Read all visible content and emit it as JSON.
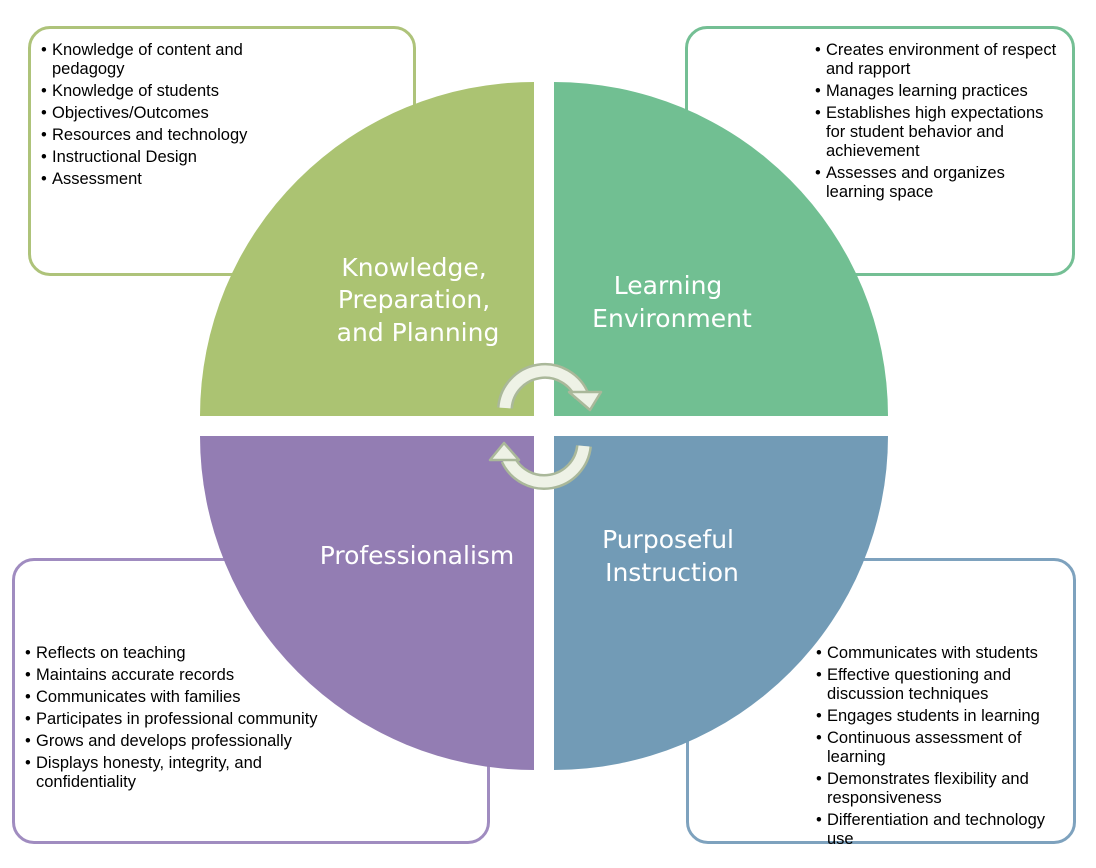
{
  "quadrants": {
    "knowledge": {
      "title_lines": [
        "Knowledge,",
        "Preparation,",
        "and Planning"
      ],
      "color": "#abc372",
      "items": [
        "Knowledge of content and pedagogy",
        "Knowledge of students",
        "Objectives/Outcomes",
        "Resources and technology",
        "Instructional Design",
        "Assessment"
      ]
    },
    "environment": {
      "title_lines": [
        "Learning",
        "Environment"
      ],
      "color": "#71bf92",
      "items": [
        "Creates environment of respect and rapport",
        "Manages learning practices",
        "Establishes high expectations for student behavior and achievement",
        "Assesses and organizes learning space"
      ]
    },
    "professionalism": {
      "title_lines": [
        "Professionalism"
      ],
      "color": "#937db3",
      "items": [
        "Reflects on teaching",
        "Maintains accurate records",
        "Communicates with families",
        "Participates in professional community",
        "Grows and develops professionally",
        "Displays honesty, integrity, and confidentiality"
      ]
    },
    "instruction": {
      "title_lines": [
        "Purposeful",
        "Instruction"
      ],
      "color": "#729bb6",
      "items": [
        "Communicates with students",
        "Effective questioning and discussion techniques",
        "Engages students in learning",
        "Continuous assessment of learning",
        "Demonstrates flexibility and responsiveness",
        "Differentiation and technology use"
      ]
    }
  },
  "icons": [
    "clockwise-arrow-icon",
    "counterclockwise-arrow-icon"
  ]
}
